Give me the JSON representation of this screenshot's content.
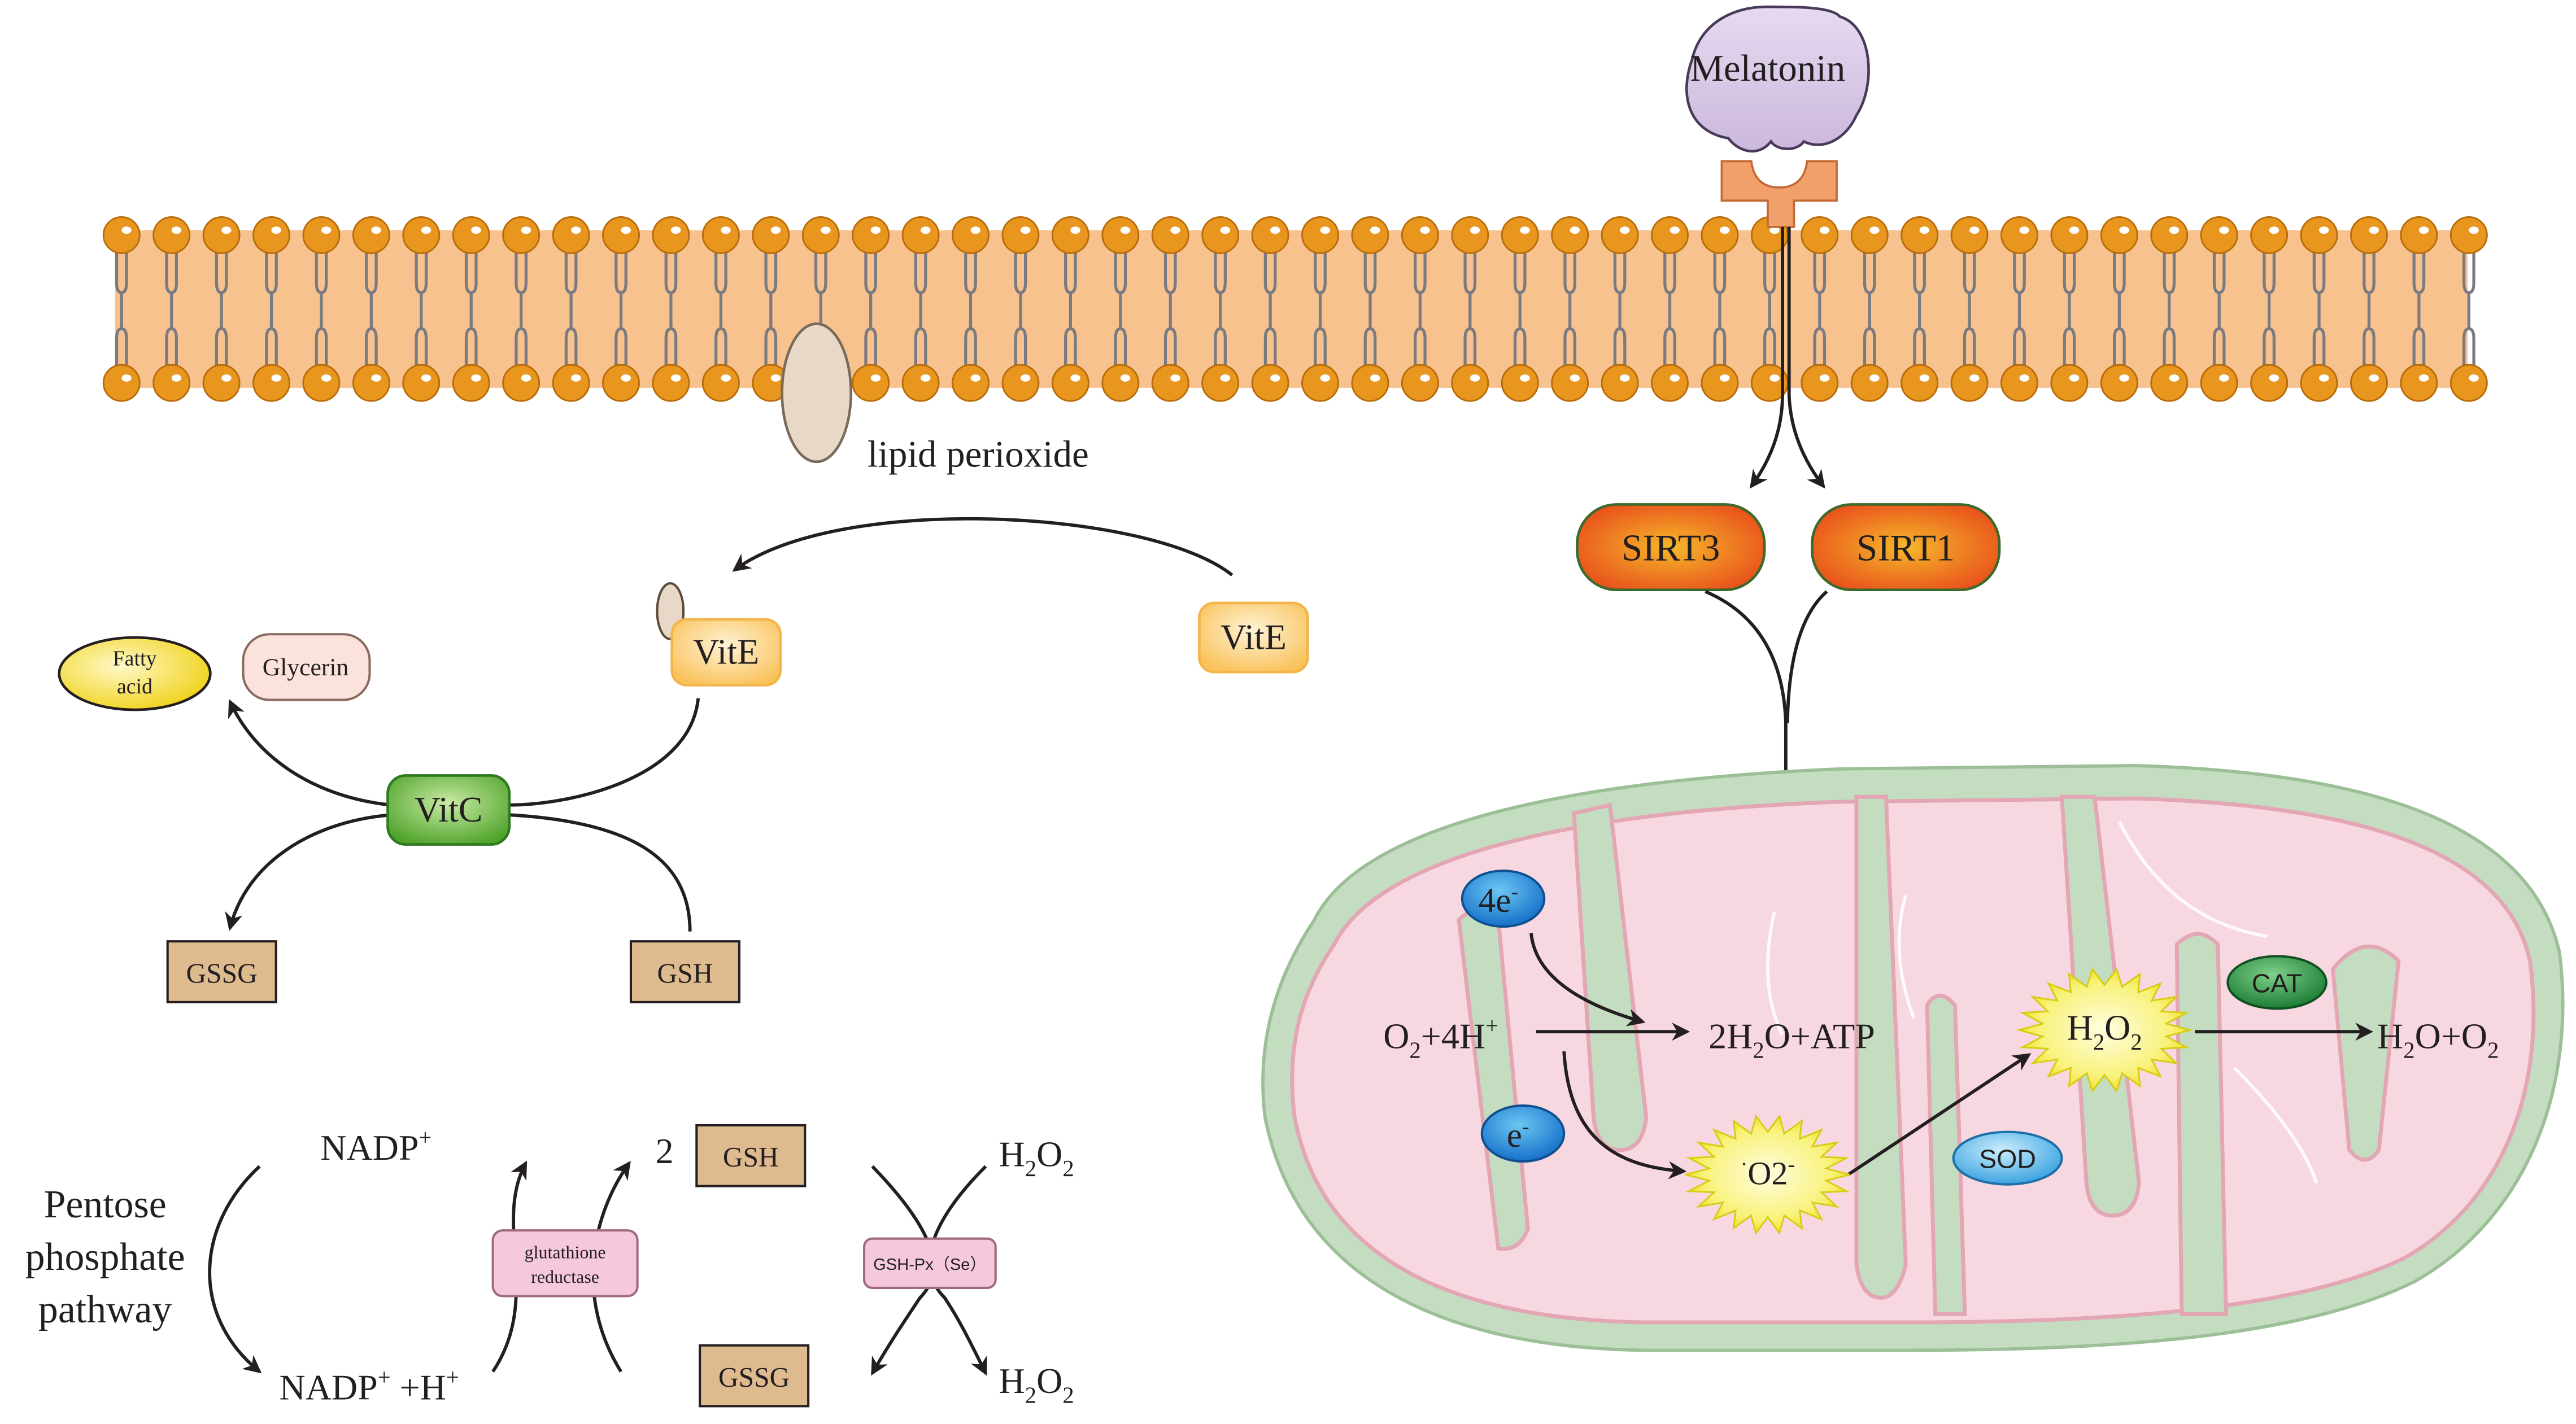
{
  "melatonin": {
    "label": "Melatonin"
  },
  "membrane": {
    "lipid_peroxide_label": "lipid perioxide"
  },
  "sirt": {
    "sirt3_label": "SIRT3",
    "sirt1_label": "SIRT1"
  },
  "vitamins": {
    "vite_bound_label": "VitE",
    "vite_free_label": "VitE",
    "vitc_label": "VitC",
    "fatty_acid_label_line1": "Fatty",
    "fatty_acid_label_line2": "acid",
    "glycerin_label": "Glycerin",
    "gssg_upper_label": "GSSG",
    "gsh_upper_label": "GSH"
  },
  "pentose": {
    "pathway_line1": "Pentose",
    "pathway_line2": "phosphate",
    "pathway_line3": "pathway",
    "nadp_label": "NADP",
    "nadp_h_label": "NADP",
    "nadp_h_suffix": " +H",
    "plus_superscript": "+",
    "glutathione_reductase_line1": "glutathione",
    "glutathione_reductase_line2": "reductase",
    "two_coefficient": "2",
    "gsh_lower_label": "GSH",
    "gssg_lower_label": "GSSG",
    "gsh_px_label": "GSH-Px（Se）",
    "h2o2_top_main": "H",
    "h2o2_bottom_main": "H"
  },
  "mitochondrion": {
    "four_e_label": "4e",
    "e_label": "e",
    "minus_superscript": "-",
    "o2_4h_label": "O",
    "water_atp_label": "2H",
    "superoxide_label": "O2",
    "h2o2_label": "H",
    "cat_label": "CAT",
    "sod_label": "SOD",
    "h2o_o2_label": "H"
  },
  "colors": {
    "lipid_head": "#e8961e",
    "membrane_fill": "#f7c28e",
    "melatonin_fill": "#d9c9e6",
    "receptor_fill": "#f2a06b",
    "sirt_gradient_outer": "#e84e1b",
    "sirt_gradient_inner": "#f6b82a",
    "vite_fill": "#fbd07a",
    "vitc_fill": "#7cc242",
    "box_fill": "#deba8f",
    "enzyme_fill": "#f5c8dd",
    "mito_outer": "#c4ddc0",
    "mito_inner": "#f8d8e0",
    "electron_fill": "#1f8fde",
    "burst_fill": "#f5ee1e",
    "cat_fill": "#2d9a45",
    "sod_fill": "#5ab8ea"
  }
}
